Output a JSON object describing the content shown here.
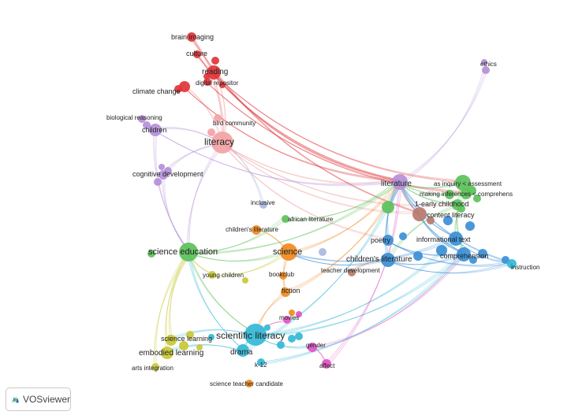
{
  "app": {
    "name": "VOSviewer"
  },
  "colors": {
    "red": "#e0353a",
    "purple": "#b48fd8",
    "green": "#5cc15a",
    "blue": "#3a8fd6",
    "orange": "#ef8a22",
    "cyan": "#33b8d6",
    "yellow": "#c9c837",
    "pink": "#df52c4",
    "brown": "#b97a6c",
    "lightpink": "#f2a3a5",
    "lavender": "#a9b8e0"
  },
  "network": {
    "nodes": [
      {
        "id": "brain-imaging",
        "label": "brain imaging",
        "cluster": "red"
      },
      {
        "id": "culture",
        "label": "culture",
        "cluster": "red"
      },
      {
        "id": "reading",
        "label": "reading",
        "cluster": "red"
      },
      {
        "id": "digital-repositor",
        "label": "digital repositor",
        "cluster": "red"
      },
      {
        "id": "climate-change",
        "label": "climate change",
        "cluster": "red"
      },
      {
        "id": "bird-community",
        "label": "bird community",
        "cluster": "lightpink"
      },
      {
        "id": "literacy",
        "label": "literacy",
        "cluster": "lightpink"
      },
      {
        "id": "biological-reasoning",
        "label": "biological reasoning",
        "cluster": "purple"
      },
      {
        "id": "children",
        "label": "children",
        "cluster": "purple"
      },
      {
        "id": "cognitive-development",
        "label": "cognitive development",
        "cluster": "purple"
      },
      {
        "id": "ethics",
        "label": "ethics",
        "cluster": "purple"
      },
      {
        "id": "literature",
        "label": "literature",
        "cluster": "purple"
      },
      {
        "id": "inclusive",
        "label": "inclusive",
        "cluster": "lavender"
      },
      {
        "id": "african-literature",
        "label": "african literature",
        "cluster": "green"
      },
      {
        "id": "childrens-literature",
        "label": "children's literature",
        "cluster": "orange"
      },
      {
        "id": "science-education",
        "label": "science education",
        "cluster": "green"
      },
      {
        "id": "science",
        "label": "science",
        "cluster": "orange"
      },
      {
        "id": "young-children",
        "label": "young children",
        "cluster": "yellow"
      },
      {
        "id": "bookclub",
        "label": "bookclub",
        "cluster": "orange"
      },
      {
        "id": "fiction",
        "label": "fiction",
        "cluster": "orange"
      },
      {
        "id": "movies",
        "label": "movies",
        "cluster": "pink"
      },
      {
        "id": "science-learning",
        "label": "science learning",
        "cluster": "yellow"
      },
      {
        "id": "scientific-literacy",
        "label": "scientific literacy",
        "cluster": "cyan"
      },
      {
        "id": "embodied-learning",
        "label": "embodied learning",
        "cluster": "yellow"
      },
      {
        "id": "drama",
        "label": "drama",
        "cluster": "cyan"
      },
      {
        "id": "gender",
        "label": "gender",
        "cluster": "pink"
      },
      {
        "id": "k-12",
        "label": "k-12",
        "cluster": "cyan"
      },
      {
        "id": "affect",
        "label": "affect",
        "cluster": "pink"
      },
      {
        "id": "arts-integration",
        "label": "arts integration",
        "cluster": "yellow"
      },
      {
        "id": "science-teacher-candidate",
        "label": "science teacher candidate",
        "cluster": "orange"
      },
      {
        "id": "as-inquiry-assessment",
        "label": "as inquiry < assessment",
        "cluster": "green"
      },
      {
        "id": "making-inferences",
        "label": "making inferences < comprehens",
        "cluster": "green"
      },
      {
        "id": "early-childhood",
        "label": "1-early childhood",
        "cluster": "green"
      },
      {
        "id": "content-literacy",
        "label": "content literacy",
        "cluster": "brown"
      },
      {
        "id": "poetry",
        "label": "poetry",
        "cluster": "blue"
      },
      {
        "id": "informational-text",
        "label": "informational text",
        "cluster": "blue"
      },
      {
        "id": "childrens-literature-2",
        "label": "children's literature",
        "cluster": "blue"
      },
      {
        "id": "comprehension",
        "label": "comprehension",
        "cluster": "blue"
      },
      {
        "id": "teacher-development",
        "label": "teacher development",
        "cluster": "brown"
      },
      {
        "id": "instruction",
        "label": "instruction",
        "cluster": "cyan"
      }
    ]
  }
}
